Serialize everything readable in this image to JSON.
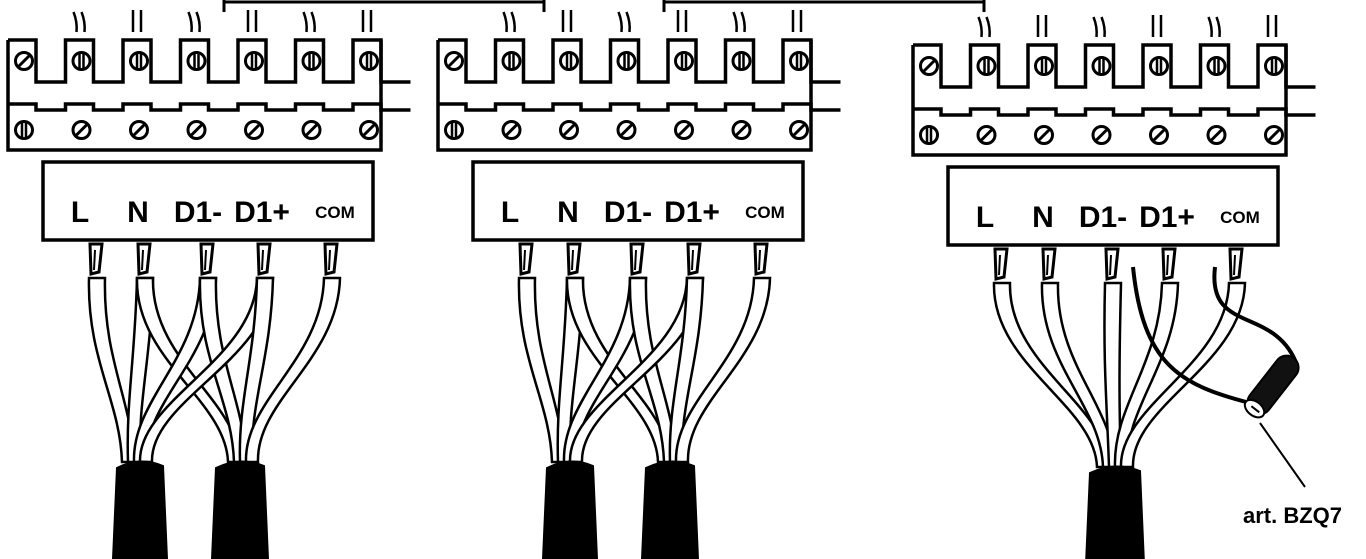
{
  "terminal_labels": [
    "L",
    "N",
    "D1-",
    "D1+",
    "COM"
  ],
  "blocks": [
    {
      "id": "left",
      "cables": 2,
      "ferrite": false
    },
    {
      "id": "middle",
      "cables": 2,
      "ferrite": false
    },
    {
      "id": "right",
      "cables": 1,
      "ferrite": true
    }
  ],
  "ferrite_caption": "art. BZQ7",
  "colors": {
    "line": "#000000",
    "background": "#ffffff",
    "cable_sheath": "#000000"
  }
}
